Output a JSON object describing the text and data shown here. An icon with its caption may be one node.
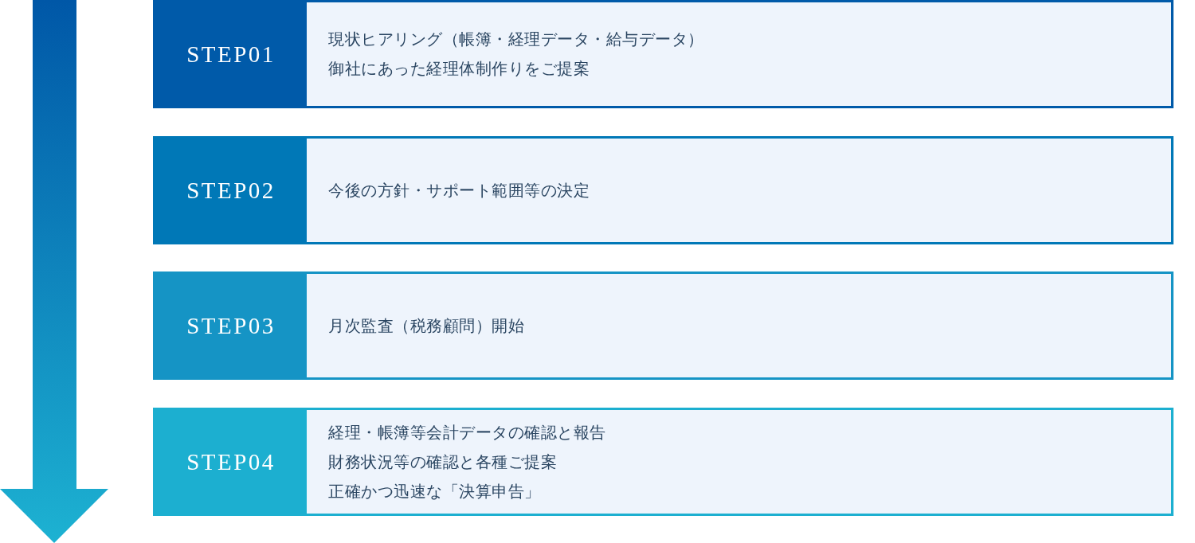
{
  "diagram": {
    "nodes": [
      {
        "text": [
          "現状ヒアリング（帳簿・経理データ・給与データ）",
          "御社にあった経理体制作りをご提案"
        ]
      },
      {
        "text": [
          "STEP01"
        ],
        "in": 0
      },
      {
        "text": [
          "今後の方針・サポート範囲等の決定"
        ]
      },
      {
        "text": [
          "STEP02"
        ],
        "in": 2
      },
      {
        "text": [
          "月次監査（税務顧問）開始"
        ]
      },
      {
        "text": [
          "STEP03"
        ],
        "in": 4
      },
      {
        "text": [
          "経理・帳簿等会計データの確認と報告",
          "財務状況等の確認と各種ご提案",
          "正確かつ迅速な「決算申告」"
        ]
      },
      {
        "text": [
          "STEP04"
        ],
        "in": 6
      }
    ]
  }
}
